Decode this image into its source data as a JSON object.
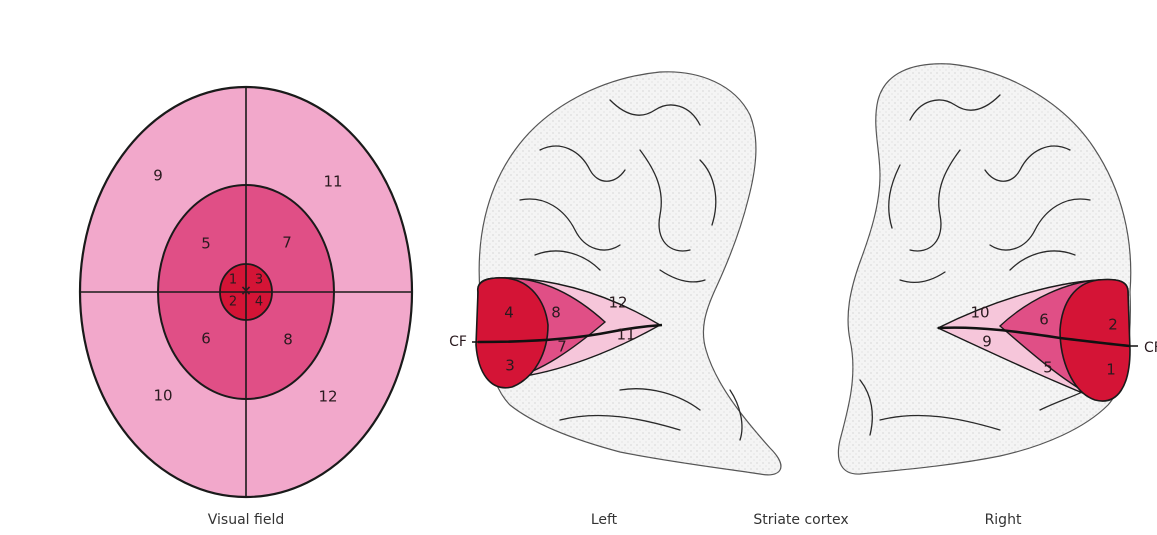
{
  "colors": {
    "outer": "#f2a8cb",
    "middle": "#e04f86",
    "inner": "#d41436",
    "light": "#f6c6da",
    "brain_fill": "#f4f4f4",
    "ink": "#1a1a1a"
  },
  "visual_field": {
    "caption": "Visual field",
    "fixation": "×",
    "regions": {
      "r1": "1",
      "r2": "2",
      "r3": "3",
      "r4": "4",
      "r5": "5",
      "r6": "6",
      "r7": "7",
      "r8": "8",
      "r9": "9",
      "r10": "10",
      "r11": "11",
      "r12": "12"
    }
  },
  "left_cortex": {
    "caption": "Left",
    "cf_label": "CF",
    "regions": {
      "r3": "3",
      "r4": "4",
      "r7": "7",
      "r8": "8",
      "r11": "11",
      "r12": "12"
    }
  },
  "right_cortex": {
    "caption": "Right",
    "cf_label": "CF",
    "regions": {
      "r1": "1",
      "r2": "2",
      "r5": "5",
      "r6": "6",
      "r9": "9",
      "r10": "10"
    }
  },
  "center_caption": "Striate cortex"
}
